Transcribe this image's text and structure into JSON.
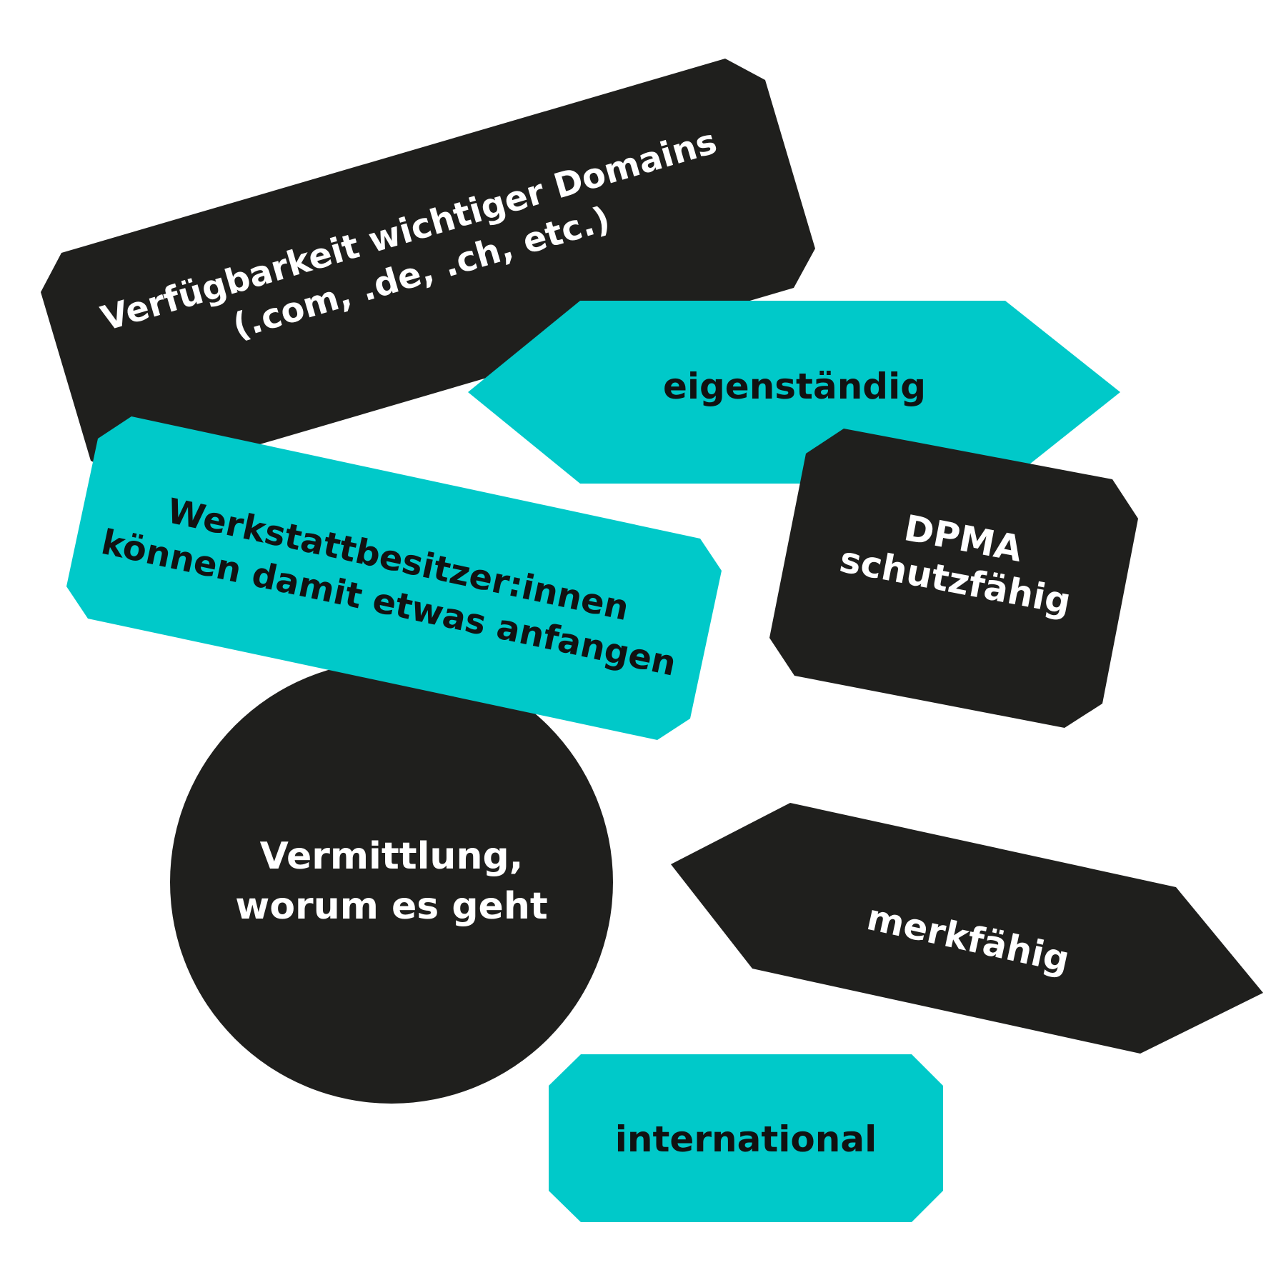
{
  "colors": {
    "dark": "#1f1f1d",
    "teal": "#00c9c9",
    "light_text": "#ffffff",
    "dark_text": "#111111",
    "background": "#ffffff"
  },
  "shapes": {
    "domains": {
      "line1": "Verfügbarkeit wichtiger Domains",
      "line2": "(.com, .de, .ch, etc.)"
    },
    "eigenstaendig": {
      "line1": "eigenständig"
    },
    "werkstatt": {
      "line1": "Werkstattbesitzer:innen",
      "line2": "können damit etwas anfangen"
    },
    "dpma": {
      "line1": "DPMA",
      "line2": "schutzfähig"
    },
    "vermittlung": {
      "line1": "Vermittlung,",
      "line2": "worum es geht"
    },
    "merkfaehig": {
      "line1": "merkfähig"
    },
    "international": {
      "line1": "international"
    }
  }
}
